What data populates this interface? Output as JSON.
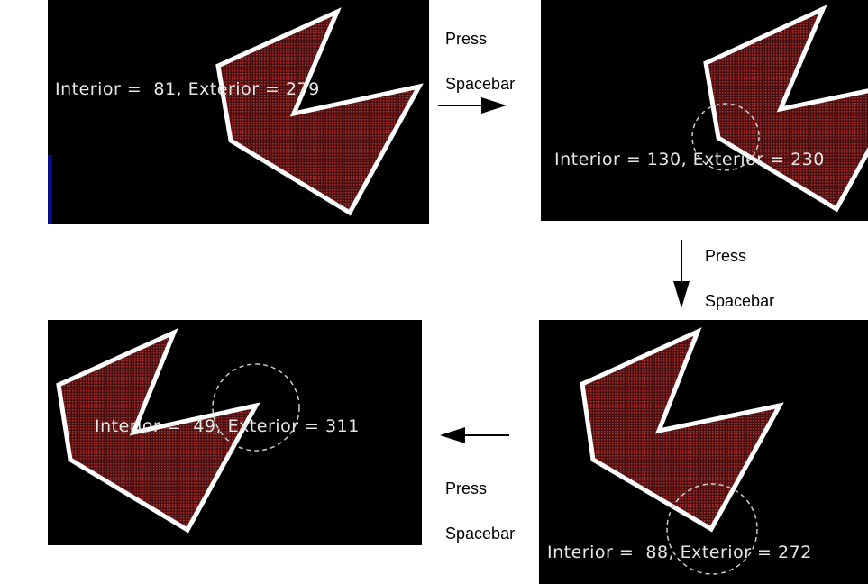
{
  "colors": {
    "panel_background": "#000000",
    "polygon_fill": "#5a1414",
    "polygon_outline": "#ffffff",
    "readout_text": "#e6e6e6",
    "page_background": "#ffffff",
    "strip": "#0a0a8c"
  },
  "panels": [
    {
      "id": "step-1",
      "readout": "Interior =  81, Exterior = 279"
    },
    {
      "id": "step-2",
      "readout": "Interior = 130, Exterior = 230"
    },
    {
      "id": "step-3",
      "readout": "Interior =  88, Exterior = 272"
    },
    {
      "id": "step-4",
      "readout": "Interior =  49, Exterior = 311"
    }
  ],
  "transitions": [
    {
      "from": "step-1",
      "to": "step-2",
      "direction": "right",
      "line1": "Press",
      "line2": "Spacebar"
    },
    {
      "from": "step-2",
      "to": "step-3",
      "direction": "down",
      "line1": "Press",
      "line2": "Spacebar"
    },
    {
      "from": "step-3",
      "to": "step-4",
      "direction": "left",
      "line1": "Press",
      "line2": "Spacebar"
    }
  ]
}
